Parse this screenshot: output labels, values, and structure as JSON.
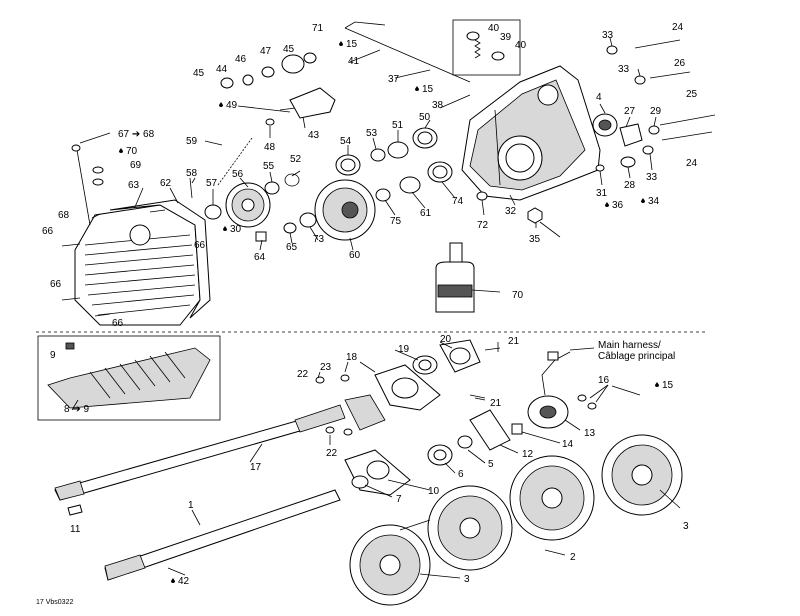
{
  "callouts": {
    "c1": "1",
    "c2": "2",
    "c3a": "3",
    "c3b": "3",
    "c4": "4",
    "c5": "5",
    "c6": "6",
    "c7": "7",
    "c8": "8",
    "c9": "9",
    "c8to9": "8 ➔ 9",
    "c10": "10",
    "c11": "11",
    "c12": "12",
    "c13": "13",
    "c14": "14",
    "c15a": "15",
    "c15b": "15",
    "c15c": "15",
    "c16": "16",
    "c17": "17",
    "c18": "18",
    "c19": "19",
    "c20": "20",
    "c21a": "21",
    "c21b": "21",
    "c22a": "22",
    "c22b": "22",
    "c23": "23",
    "c24a": "24",
    "c24b": "24",
    "c25": "25",
    "c26": "26",
    "c27": "27",
    "c28": "28",
    "c29": "29",
    "c30": "30",
    "c31": "31",
    "c32": "32",
    "c33a": "33",
    "c33b": "33",
    "c33c": "33",
    "c34": "34",
    "c35": "35",
    "c36": "36",
    "c37": "37",
    "c38": "38",
    "c39": "39",
    "c40a": "40",
    "c40b": "40",
    "c41": "41",
    "c42": "42",
    "c43": "43",
    "c44": "44",
    "c45a": "45",
    "c45b": "45",
    "c46": "46",
    "c47": "47",
    "c48": "48",
    "c49": "49",
    "c50": "50",
    "c51": "51",
    "c52": "52",
    "c53": "53",
    "c54": "54",
    "c55": "55",
    "c56": "56",
    "c57": "57",
    "c58": "58",
    "c59": "59",
    "c60": "60",
    "c61": "61",
    "c62": "62",
    "c63": "63",
    "c64": "64",
    "c65": "65",
    "c66a": "66",
    "c66b": "66",
    "c66c": "66",
    "c66d": "66",
    "c67to68": "67 ➔ 68",
    "c68": "68",
    "c69": "69",
    "c70a": "70",
    "c70b": "70",
    "c71": "71",
    "c72": "72",
    "c73": "73",
    "c74": "74",
    "c75": "75"
  },
  "harness_label_en": "Main harness/",
  "harness_label_fr": "Câblage principal",
  "figure_code": "17 Vbs0322"
}
